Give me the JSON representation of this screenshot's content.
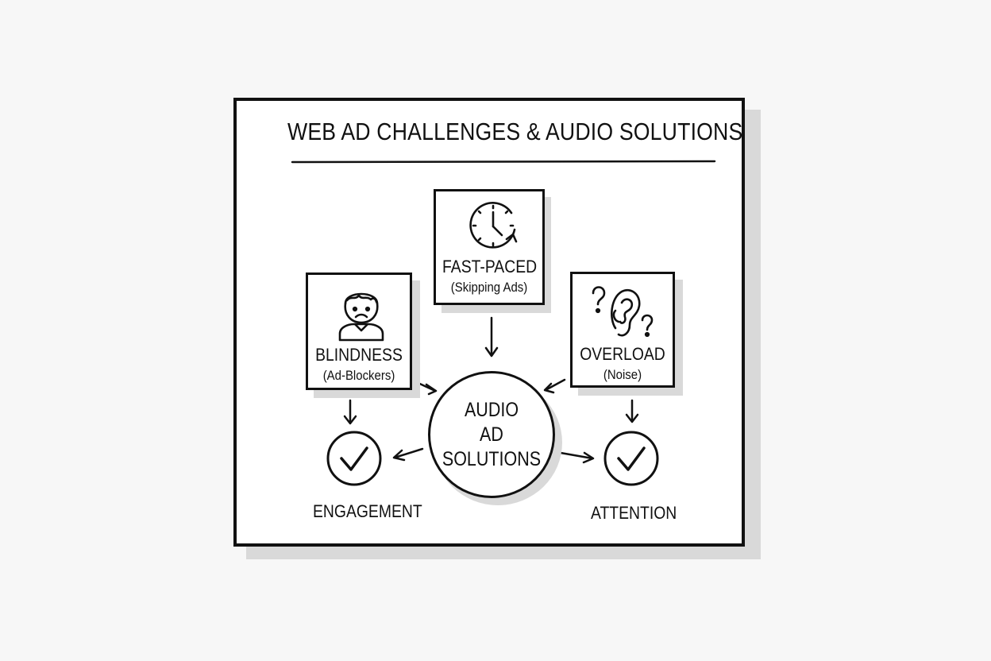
{
  "diagram": {
    "title": "WEB AD CHALLENGES & AUDIO SOLUTIONS",
    "center": {
      "lines": [
        "AUDIO",
        "AD",
        "SOLUTIONS"
      ]
    },
    "challenges": {
      "fast_paced": {
        "title": "FAST-PACED",
        "subtitle": "(Skipping Ads)",
        "icon": "clock-icon"
      },
      "blindness": {
        "title": "BLINDNESS",
        "subtitle": "(Ad-Blockers)",
        "icon": "sad-person-icon"
      },
      "overload": {
        "title": "OVERLOAD",
        "subtitle": "(Noise)",
        "icon": "confused-ear-icon"
      }
    },
    "outcomes": {
      "engagement": {
        "label": "ENGAGEMENT",
        "icon": "checkmark-circle-icon"
      },
      "attention": {
        "label": "ATTENTION",
        "icon": "checkmark-circle-icon"
      }
    },
    "colors": {
      "ink": "#111111",
      "shadow": "#d9d9d9",
      "background": "#f7f7f7"
    }
  }
}
